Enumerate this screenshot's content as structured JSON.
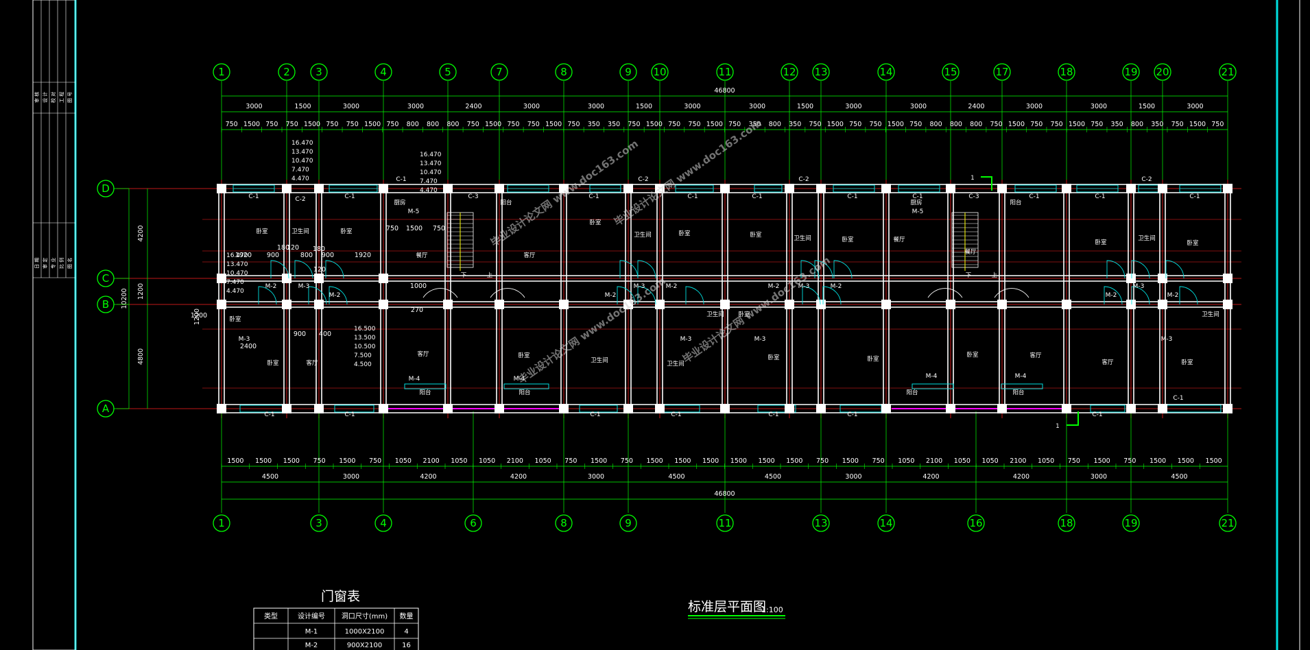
{
  "drawing": {
    "title": "标准层平面图",
    "scale": "1:100",
    "total_length": "46800",
    "top_axes": [
      "1",
      "2",
      "3",
      "4",
      "5",
      "7",
      "8",
      "9",
      "10",
      "11",
      "12",
      "13",
      "14",
      "15",
      "17",
      "18",
      "19",
      "20",
      "21"
    ],
    "bottom_axes": [
      "1",
      "3",
      "4",
      "6",
      "8",
      "9",
      "11",
      "13",
      "14",
      "16",
      "18",
      "19",
      "21"
    ],
    "row_axes": [
      "D",
      "C",
      "B",
      "A"
    ],
    "top_dim_row1": [
      "3000",
      "1500",
      "3000",
      "3000",
      "2400",
      "3000",
      "3000",
      "1500",
      "3000",
      "3000",
      "1500",
      "3000",
      "3000",
      "2400",
      "3000",
      "3000",
      "1500",
      "3000"
    ],
    "top_dim_row2": [
      "750",
      "1500",
      "750",
      "750",
      "1500",
      "750",
      "750",
      "1500",
      "750",
      "800",
      "800",
      "800",
      "750",
      "1500",
      "750",
      "750",
      "1500",
      "750",
      "350",
      "350",
      "750",
      "1500",
      "750",
      "750",
      "1500",
      "750",
      "350",
      "800",
      "350",
      "750",
      "1500",
      "750",
      "750",
      "1500",
      "750",
      "800",
      "800",
      "800",
      "750",
      "1500",
      "750",
      "750",
      "1500",
      "750",
      "350",
      "800",
      "350",
      "750",
      "1500",
      "750"
    ],
    "bottom_dim_row1": [
      "1500",
      "1500",
      "1500",
      "750",
      "1500",
      "750",
      "1050",
      "2100",
      "1050",
      "1050",
      "2100",
      "1050",
      "750",
      "1500",
      "750",
      "1500",
      "1500",
      "1500",
      "1500",
      "1500",
      "1500",
      "750",
      "1500",
      "750",
      "1050",
      "2100",
      "1050",
      "1050",
      "2100",
      "1050",
      "750",
      "1500",
      "750",
      "1500",
      "1500",
      "1500"
    ],
    "bottom_dim_row2": [
      "4500",
      "3000",
      "4200",
      "4200",
      "3000",
      "4500",
      "4500",
      "3000",
      "4200",
      "4200",
      "3000",
      "4500"
    ],
    "left_dims": [
      "4200",
      "1200",
      "10200",
      "4800",
      "1200"
    ],
    "room_labels": [
      "卧室",
      "卫生间",
      "卧室",
      "餐厅",
      "客厅",
      "卧室",
      "卫生间",
      "卧室",
      "卧室",
      "卫生间",
      "卧室",
      "餐厅",
      "餐厅",
      "卧室",
      "卫生间",
      "卧室",
      "厨房",
      "厨房",
      "阳台",
      "阳台",
      "卫生间",
      "卧室",
      "卧室",
      "客厅",
      "客厅",
      "卧室",
      "卫生间",
      "卫生间",
      "卧室",
      "卧室",
      "卧室",
      "客厅",
      "客厅",
      "卧室",
      "卫生间",
      "卧室",
      "阳台",
      "阳台",
      "阳台",
      "阳台"
    ],
    "window_labels": [
      "C-1",
      "C-2",
      "C-1",
      "C-1",
      "C-3",
      "C-1",
      "C-2",
      "C-1",
      "C-1",
      "C-2",
      "C-1",
      "C-1",
      "C-3",
      "C-1",
      "C-1",
      "C-2",
      "C-1",
      "C-1",
      "C-1",
      "C-1",
      "C-1",
      "C-1",
      "C-1",
      "C-1",
      "C-1"
    ],
    "door_labels": [
      "M-2",
      "M-3",
      "M-2",
      "M-5",
      "M-2",
      "M-3",
      "M-2",
      "M-2",
      "M-3",
      "M-2",
      "M-5",
      "M-2",
      "M-3",
      "M-2",
      "M-3",
      "M-3",
      "M-3",
      "M-3",
      "M-4",
      "M-4",
      "M-4",
      "M-4"
    ],
    "elevations_a": [
      "16.470",
      "13.470",
      "10.470",
      "7.470",
      "4.470"
    ],
    "elevations_b": [
      "16.500",
      "13.500",
      "10.500",
      "7.500",
      "4.500"
    ],
    "misc_dims": [
      "1920",
      "900",
      "180",
      "120",
      "800",
      "900",
      "1920",
      "180",
      "120",
      "750",
      "1500",
      "750",
      "1000",
      "270",
      "1200",
      "900",
      "400",
      "2400"
    ],
    "stair_marks": [
      "下",
      "上",
      "下",
      "上"
    ],
    "section_marks": [
      "1",
      "1"
    ]
  },
  "watermark": "毕业设计论文网 www.doc163.com",
  "door_window_table": {
    "title": "门窗表",
    "headers": [
      "类型",
      "设计编号",
      "洞口尺寸(mm)",
      "数量"
    ],
    "rows": [
      [
        "",
        "M-1",
        "1000X2100",
        "4"
      ],
      [
        "",
        "M-2",
        "900X2100",
        "16"
      ]
    ]
  },
  "title_block_text": [
    "审 核",
    "设 计",
    "校 对",
    "工 程",
    "图 号",
    "日 期",
    "审 定",
    "专 业",
    "比 例",
    "图 名"
  ],
  "colors": {
    "grid": "#00ff00",
    "axis": "#ff0000",
    "wall": "#ffffff",
    "frame": "#00e0e0",
    "balcony": "#ff00ff"
  }
}
